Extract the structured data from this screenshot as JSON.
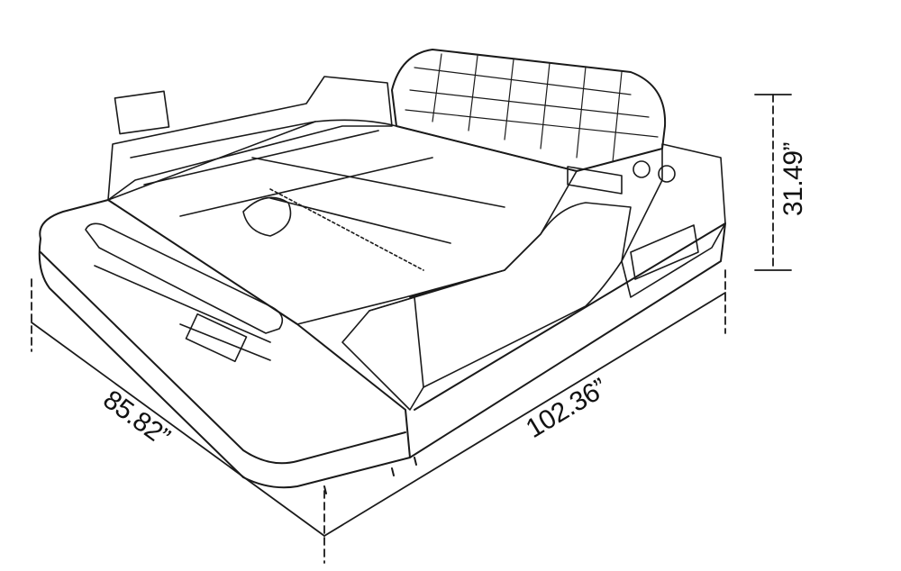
{
  "dimensions": {
    "height": "31.49”",
    "depth": "85.82”",
    "width": "102.36”"
  },
  "colors": {
    "line": "#1a1a1a",
    "background": "#ffffff"
  }
}
